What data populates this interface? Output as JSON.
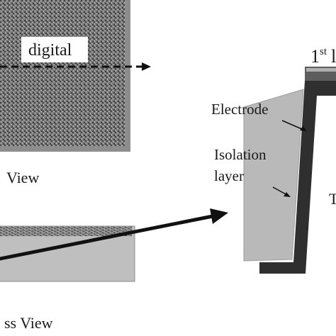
{
  "diagram": {
    "top_view": {
      "inner_label": "digital",
      "caption": "View"
    },
    "cross_view": {
      "caption": "ss View"
    },
    "layered_structure": {
      "layer_label": {
        "number": "1",
        "superscript": "st",
        "trailing": "l"
      },
      "electrode_label": "Electrode",
      "isolation_label_line1": "Isolation",
      "isolation_label_line2": "layer",
      "right_edge_label": "T"
    },
    "colors": {
      "background": "#ffffff",
      "top_view_frame": "#8d8d8d",
      "top_view_texture_dark": "#4a4a4a",
      "top_view_texture_light": "#b4b4b4",
      "cross_view_fill": "#bfbfbf",
      "isolation_fill": "#b9b9b9",
      "electrode_fill": "#2f2f2f",
      "arrow": "#111111"
    }
  }
}
